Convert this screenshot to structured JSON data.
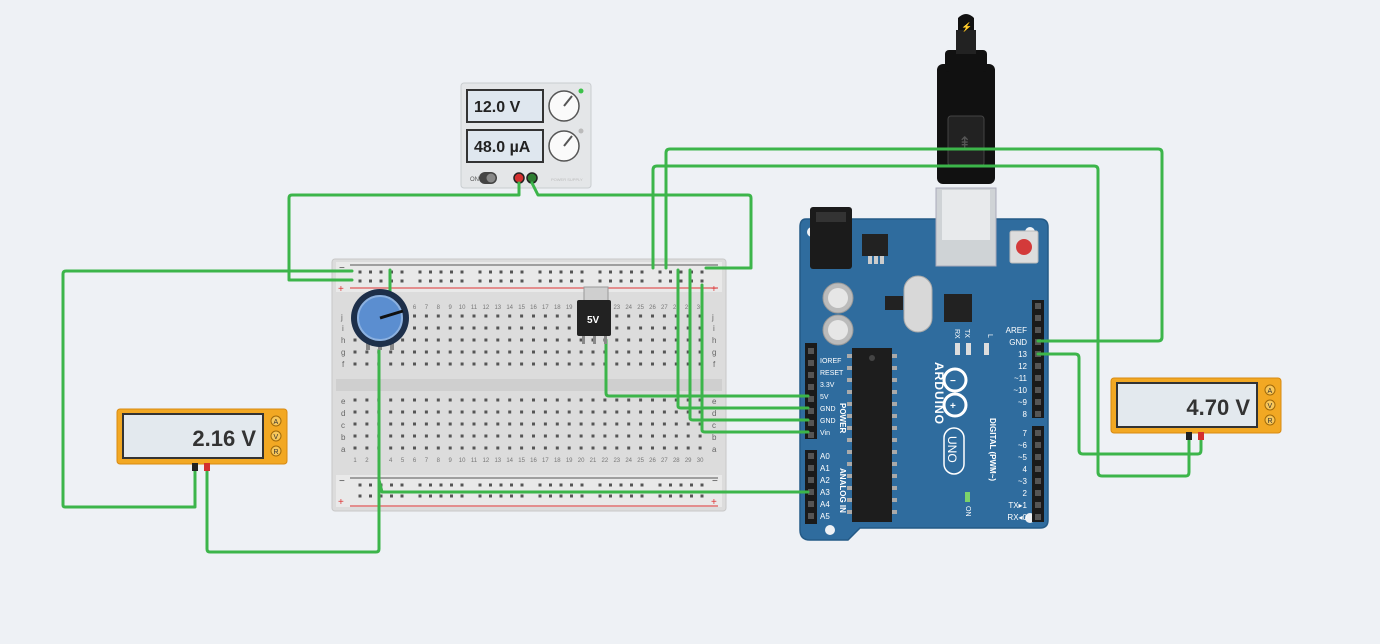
{
  "power_supply": {
    "voltage_display": "12.0 V",
    "current_display": "48.0 µA",
    "on_label": "ON",
    "brand_text": "POWER SUPPLY"
  },
  "left_multimeter": {
    "reading": "2.16 V",
    "mode_a": "A",
    "mode_v": "V",
    "mode_r": "R"
  },
  "right_multimeter": {
    "reading": "4.70 V",
    "mode_a": "A",
    "mode_v": "V",
    "mode_r": "R"
  },
  "regulator": {
    "label": "5V"
  },
  "arduino": {
    "name": "ARDUINO",
    "model": "UNO",
    "power_header": "POWER",
    "analog_header": "ANALOG IN",
    "digital_header": "DIGITAL (PWM~)",
    "power_pins": [
      "IOREF",
      "RESET",
      "3.3V",
      "5V",
      "GND",
      "GND",
      "Vin"
    ],
    "analog_pins": [
      "A0",
      "A1",
      "A2",
      "A3",
      "A4",
      "A5"
    ],
    "digital_top_pins": [
      "AREF",
      "GND",
      "13",
      "12",
      "~11",
      "~10",
      "~9",
      "8"
    ],
    "digital_bottom_pins": [
      "7",
      "~6",
      "~5",
      "4",
      "~3",
      "2",
      "TX▸1",
      "RX◂0"
    ],
    "led_labels": {
      "tx": "TX",
      "rx": "RX",
      "l": "L",
      "on": "ON"
    }
  },
  "breadboard": {
    "row_letters_top": [
      "j",
      "i",
      "h",
      "g",
      "f"
    ],
    "row_letters_bottom": [
      "e",
      "d",
      "c",
      "b",
      "a"
    ],
    "plus": "+",
    "minus": "−",
    "col_numbers": [
      "1",
      "2",
      "3",
      "4",
      "5",
      "6",
      "7",
      "8",
      "9",
      "10",
      "11",
      "12",
      "13",
      "14",
      "15",
      "16",
      "17",
      "18",
      "19",
      "20",
      "21",
      "22",
      "23",
      "24",
      "25",
      "26",
      "27",
      "28",
      "29",
      "30"
    ]
  },
  "colors": {
    "wire": "#3cb54a",
    "board_blue": "#2f6c9e",
    "meter_yellow": "#f2a823",
    "supply_body": "#e4e6e8"
  }
}
